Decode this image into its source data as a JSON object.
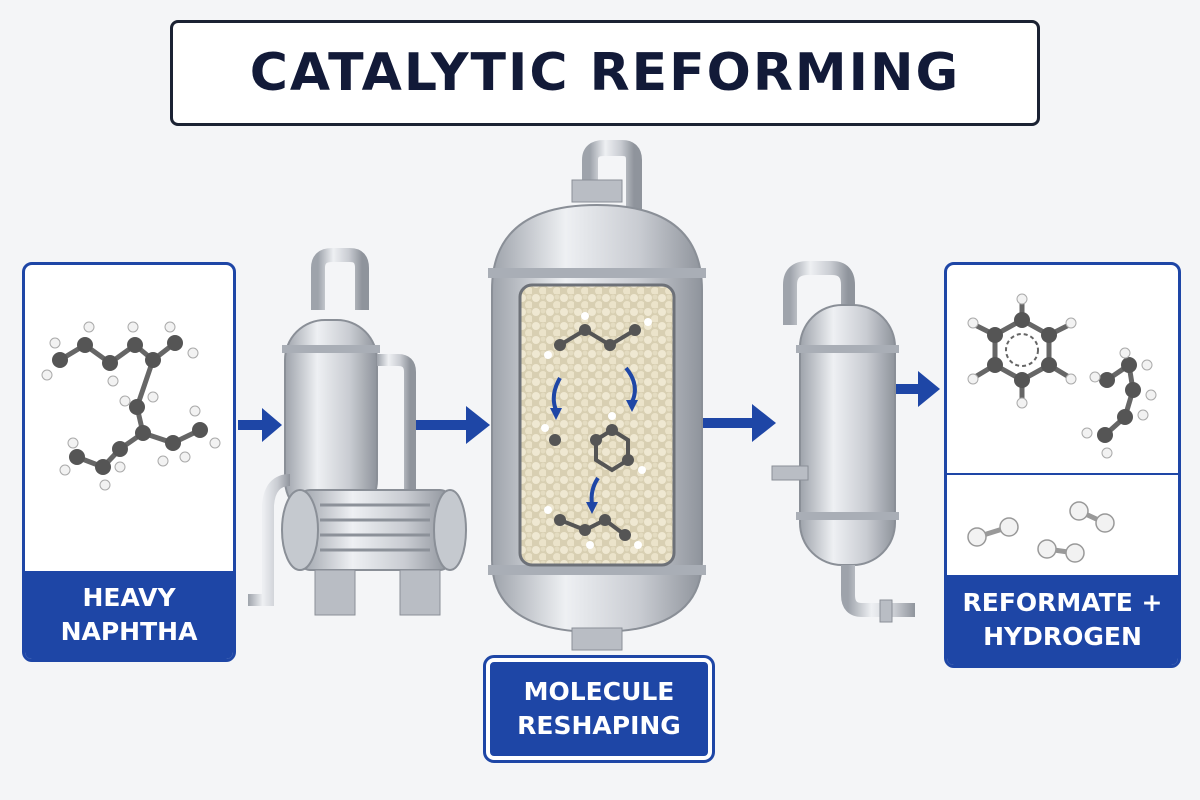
{
  "title": "CATALYTIC REFORMING",
  "feed": {
    "line1": "HEAVY",
    "line2": "NAPHTHA"
  },
  "reactor": {
    "line1": "MOLECULE",
    "line2": "RESHAPING"
  },
  "product": {
    "line1": "REFORMATE +",
    "line2": "HYDROGEN"
  },
  "colors": {
    "accent": "#1e46a6",
    "title_text": "#121a38",
    "vessel": "#c8cbd1",
    "catalyst": "#e6dfc8",
    "carbon": "#555555",
    "hydrogen": "#f2f2f2"
  },
  "icons": [
    "arrow-right-icon",
    "heat-exchanger-icon",
    "reactor-vessel-icon",
    "separator-vessel-icon",
    "molecule-icon"
  ]
}
